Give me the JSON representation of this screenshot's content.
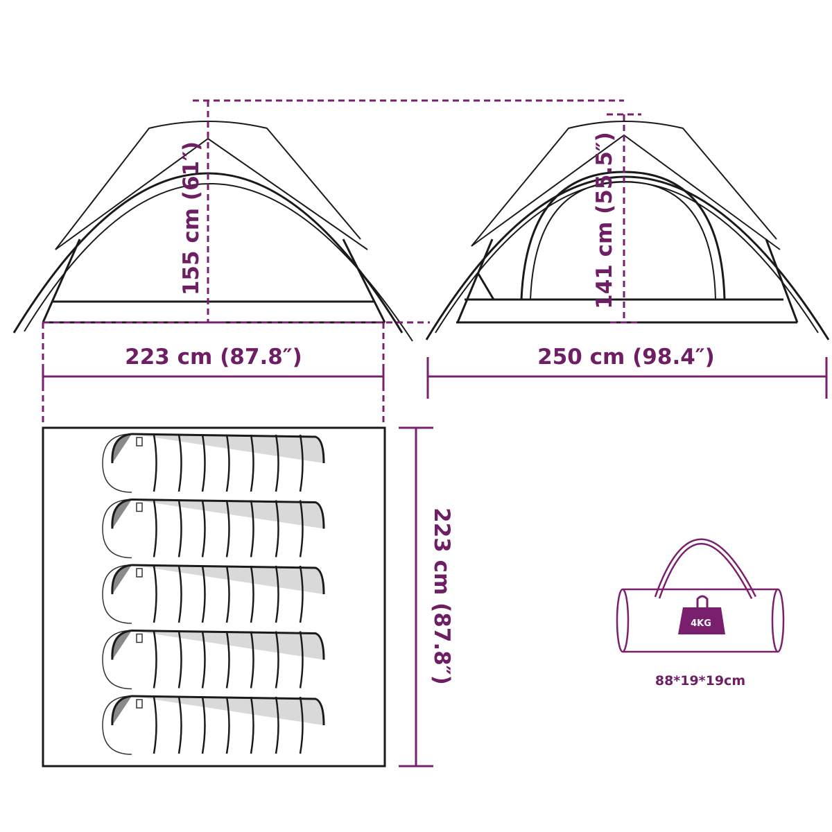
{
  "front_view": {
    "height_label": "155 cm (61″)",
    "width_label": "223 cm (87.8″)"
  },
  "side_view": {
    "height_label": "141 cm (55.5″)",
    "width_label": "250 cm (98.4″)"
  },
  "floor_plan": {
    "depth_label": "223 cm (87.8″)",
    "sleeping_bags": 5
  },
  "carry_bag": {
    "weight_label": "4KG",
    "size_label": "88*19*19cm"
  },
  "colors": {
    "accent": "#7a1f6e",
    "outline": "#1a1a1a",
    "bag_fill": "#d9d9d9",
    "bag_head": "#8a8a8a"
  }
}
